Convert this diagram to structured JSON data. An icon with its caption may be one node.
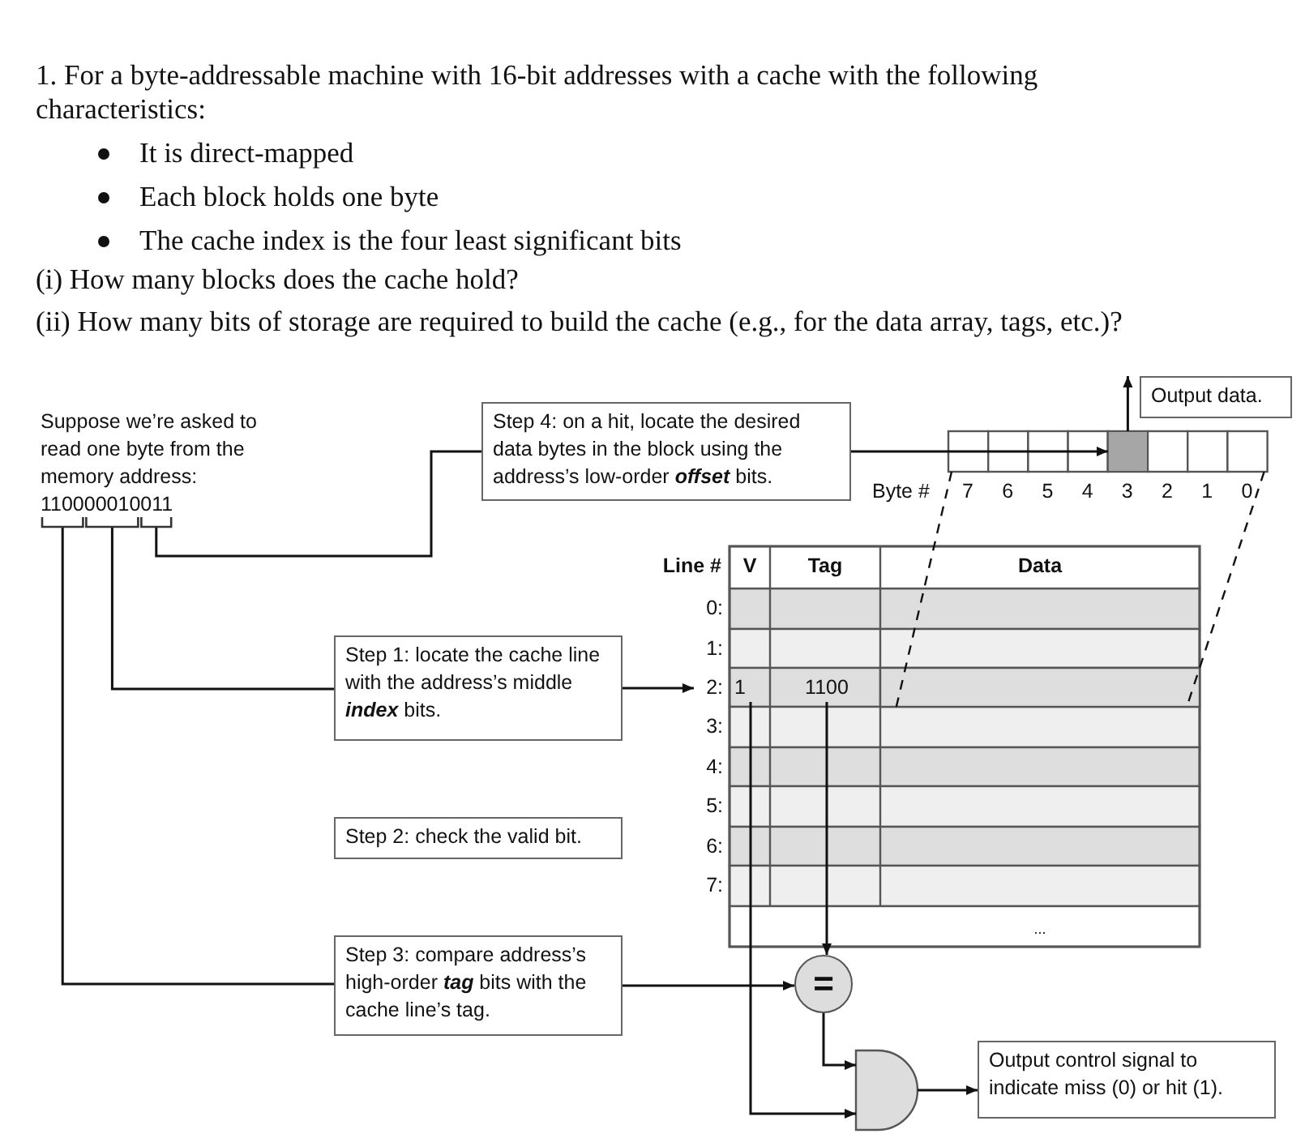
{
  "diagram": {
    "title": "1. For a byte-addressable machine with 16-bit addresses with a cache with the following characteristics:",
    "nodes": [
      {
        "text": [
          "Suppose we’re asked to read one byte from the memory address: 110000010011"
        ]
      },
      {
        "text": [],
        "shape": "bracket"
      },
      {
        "text": [],
        "shape": "bracket"
      },
      {
        "text": [],
        "shape": "bracket"
      },
      {
        "text": [
          "Step 4: on a hit, locate the desired data bytes in the block using the address’s low-order **offset** bits."
        ]
      },
      {
        "text": [],
        "shape": "box"
      },
      {
        "text": [],
        "shape": "box",
        "in": 5
      },
      {
        "text": [
          "Output data."
        ]
      },
      {
        "text": [
          "Step 1: locate the cache line with the address’s middle **index** bits."
        ]
      },
      {
        "text": [
          "Step 2: check the valid bit."
        ]
      },
      {
        "text": [
          "Step 3: compare address’s high-order **tag** bits with the cache line’s tag."
        ]
      },
      {
        "text": [
          "2:"
        ]
      },
      {
        "text": [
          "1"
        ]
      },
      {
        "text": [
          "1100"
        ]
      },
      {
        "text": [],
        "shape": "box"
      },
      {
        "text": [
          "="
        ]
      },
      {
        "text": [],
        "shape": "gate"
      },
      {
        "text": [
          "Output control signal to indicate miss (0) or hit (1)."
        ]
      }
    ],
    "edges": [
      {
        "from": 1,
        "to": 10,
        "arrow": "none"
      },
      {
        "from": 10,
        "to": 15,
        "arrow": "to"
      },
      {
        "from": 2,
        "to": 8,
        "arrow": "none"
      },
      {
        "from": 8,
        "to": 11,
        "arrow": "to"
      },
      {
        "from": 3,
        "to": 4,
        "arrow": "none"
      },
      {
        "from": 4,
        "to": 6,
        "arrow": "to"
      },
      {
        "from": 6,
        "to": 7,
        "arrow": "to"
      },
      {
        "from": 12,
        "to": 16,
        "arrow": "to"
      },
      {
        "from": 13,
        "to": 15,
        "arrow": "to"
      },
      {
        "from": 15,
        "to": 16,
        "arrow": "to"
      },
      {
        "from": 16,
        "to": 17,
        "arrow": "to"
      },
      {
        "from": 5,
        "to": 14,
        "arrow": "none",
        "style": "dashed"
      },
      {
        "from": 5,
        "to": 14,
        "arrow": "none",
        "style": "dashed"
      }
    ],
    "labels": [
      "It is direct-mapped",
      "Each block holds one byte",
      "The cache index is the four least significant bits",
      "(i) How many blocks does the cache hold?",
      "(ii) How many bits of storage are required to build the cache (e.g., for the data array, tags, etc.)?",
      "Byte #",
      "7",
      "6",
      "5",
      "4",
      "3",
      "2",
      "1",
      "0",
      "Line #",
      "V",
      "Tag",
      "Data",
      "0:",
      "1:",
      "3:",
      "4:",
      "5:",
      "6:",
      "7:",
      "..."
    ]
  }
}
